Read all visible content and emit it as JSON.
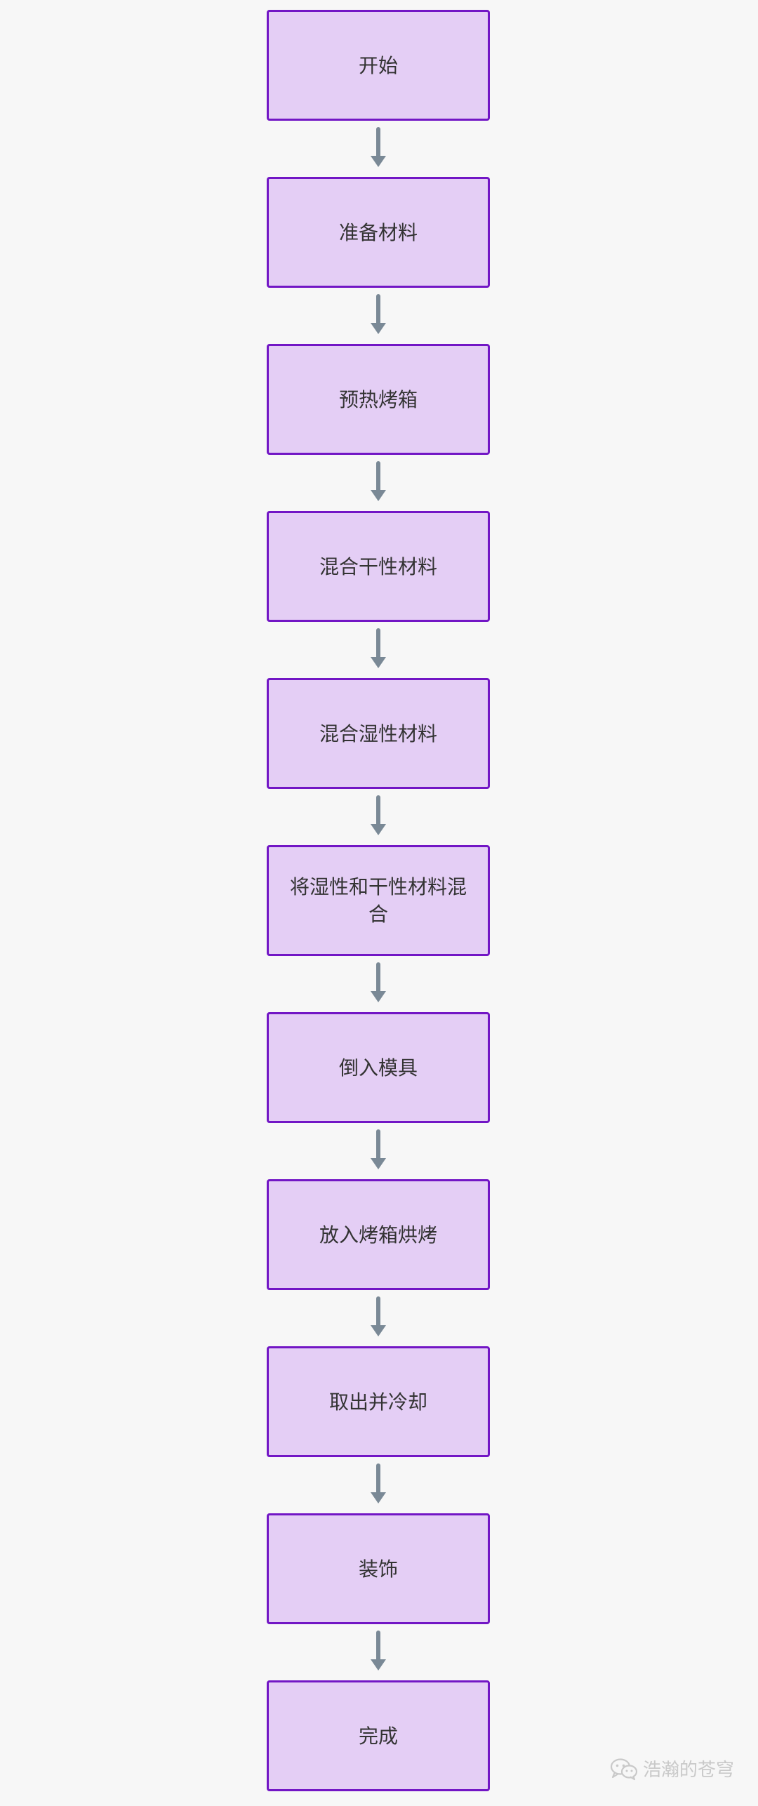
{
  "colors": {
    "background": "#f7f7f7",
    "node_fill": "#e4cef5",
    "node_border": "#7216c5",
    "node_text": "#333333",
    "arrow": "#7a8996",
    "watermark": "#c9c9c9"
  },
  "steps": [
    {
      "label": "开始"
    },
    {
      "label": "准备材料"
    },
    {
      "label": "预热烤箱"
    },
    {
      "label": "混合干性材料"
    },
    {
      "label": "混合湿性材料"
    },
    {
      "label": "将湿性和干性材料混合"
    },
    {
      "label": "倒入模具"
    },
    {
      "label": "放入烤箱烘烤"
    },
    {
      "label": "取出并冷却"
    },
    {
      "label": "装饰"
    },
    {
      "label": "完成"
    }
  ],
  "watermark": {
    "icon": "wechat-icon",
    "text": "浩瀚的苍穹"
  }
}
